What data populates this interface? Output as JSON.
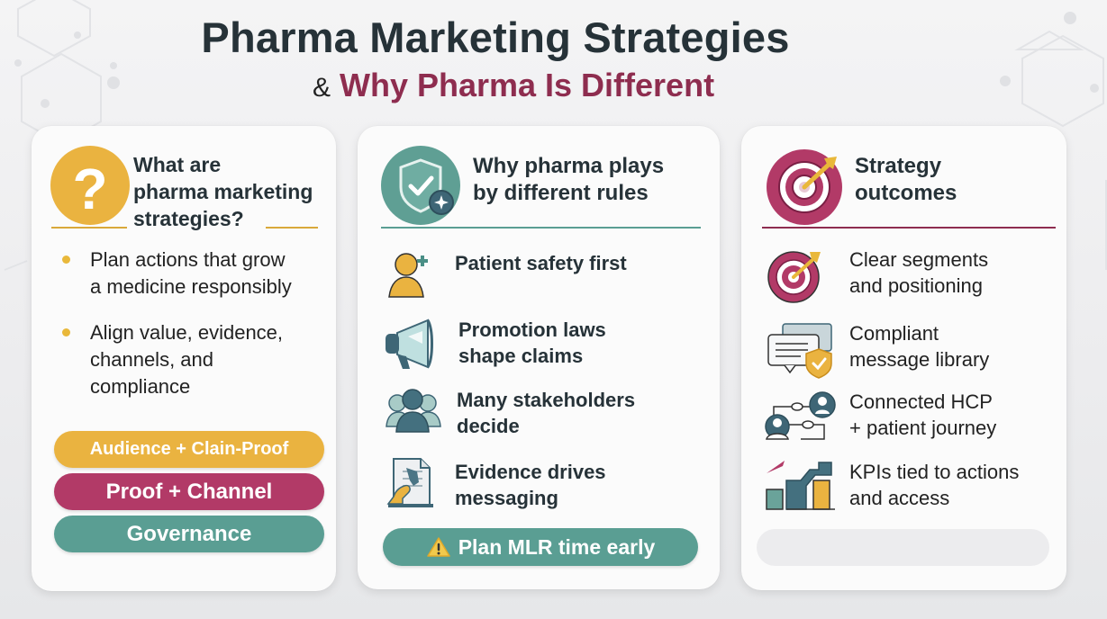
{
  "header": {
    "title": "Pharma Marketing Strategies",
    "subtitle_prefix": "&",
    "subtitle": "Why Pharma Is Different"
  },
  "colors": {
    "title": "#263238",
    "accent_magenta": "#8e2d4f",
    "yellow": "#e9b83a",
    "magenta": "#b23a67",
    "teal": "#5a9e93",
    "slate": "#4a6b7c"
  },
  "card1": {
    "icon": "question-mark-icon",
    "title_lines": [
      "What are",
      "pharma marketing",
      "strategies?"
    ],
    "bullets": [
      {
        "lines": [
          "Plan actions that grow",
          "a medicine responsibly"
        ]
      },
      {
        "lines": [
          "Align value, evidence,",
          "channels, and",
          "compliance"
        ]
      }
    ],
    "pills": [
      {
        "label": "Audience + Clain-Proof",
        "color": "#e9b83a"
      },
      {
        "label": "Proof + Channel",
        "color": "#b23a67"
      },
      {
        "label": "Governance",
        "color": "#5a9e93"
      }
    ]
  },
  "card2": {
    "icon": "shield-check-icon",
    "title_lines": [
      "Why pharma plays",
      "by different rules"
    ],
    "items": [
      {
        "icon": "patient-plus-icon",
        "lines": [
          "Patient safety first"
        ]
      },
      {
        "icon": "megaphone-icon",
        "lines": [
          "Promotion laws",
          "shape claims"
        ]
      },
      {
        "icon": "stakeholders-icon",
        "lines": [
          "Many stakeholders",
          "decide"
        ]
      },
      {
        "icon": "evidence-document-icon",
        "lines": [
          "Evidence drives",
          "messaging"
        ]
      }
    ],
    "callout": {
      "icon": "warning-icon",
      "label": "Plan MLR time early"
    }
  },
  "card3": {
    "icon": "target-arrow-icon",
    "title_lines": [
      "Strategy",
      "outcomes"
    ],
    "items": [
      {
        "icon": "target-icon",
        "lines": [
          "Clear segments",
          "and positioning"
        ]
      },
      {
        "icon": "message-shield-icon",
        "lines": [
          "Compliant",
          "message library"
        ]
      },
      {
        "icon": "journey-network-icon",
        "lines": [
          "Connected HCP",
          "+ patient journey"
        ]
      },
      {
        "icon": "kpi-chart-icon",
        "lines": [
          "KPIs tied to actions",
          "and access"
        ]
      }
    ]
  }
}
